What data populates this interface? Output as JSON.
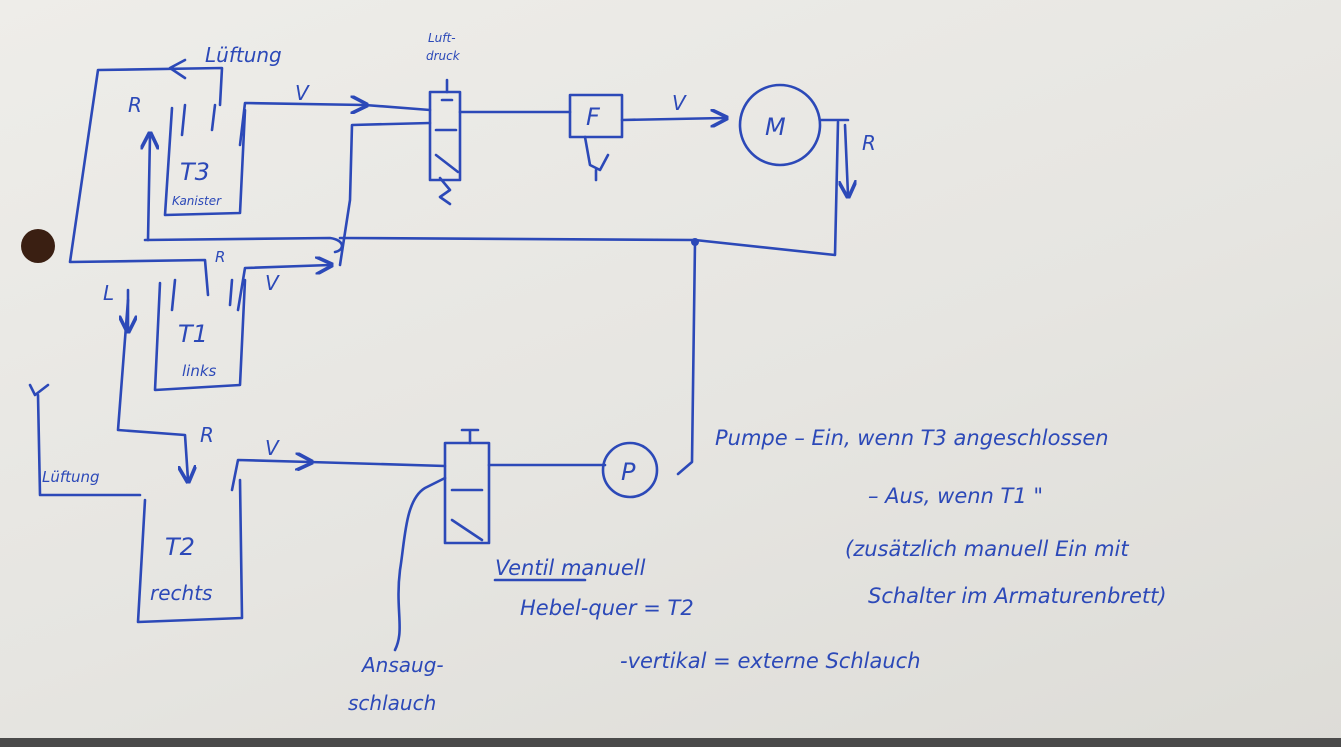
{
  "labels": {
    "luftung_top": "Lüftung",
    "luftdruck_1": "Luft-",
    "luftdruck_2": "druck",
    "v1": "V",
    "v2": "V",
    "v3": "V",
    "v4": "V",
    "r1": "R",
    "r2": "R",
    "r3": "R",
    "r4": "R",
    "l1": "L",
    "t3": "T3",
    "t3_sub": "Kanister",
    "t1": "T1",
    "t1_sub": "links",
    "t2": "T2",
    "t2_sub": "rechts",
    "luftung_bottom": "Lüftung",
    "filter": "F",
    "motor": "M",
    "pump": "P",
    "ansaug_1": "Ansaug-",
    "ansaug_2": "schlauch"
  },
  "notes": {
    "pumpe_line1": "Pumpe – Ein, wenn T3 angeschlossen",
    "pumpe_line2": "– Aus, wenn T1     \"",
    "pumpe_line3": "(zusätzlich manuell Ein mit",
    "pumpe_line4": "Schalter im Armaturenbrett)",
    "ventil_line1": "Ventil manuell",
    "ventil_line2": "Hebel-quer = T2",
    "ventil_line3": "-vertikal = externe Schlauch"
  },
  "colors": {
    "ink": "#2c49b8",
    "paper": "#e8e7e3"
  }
}
